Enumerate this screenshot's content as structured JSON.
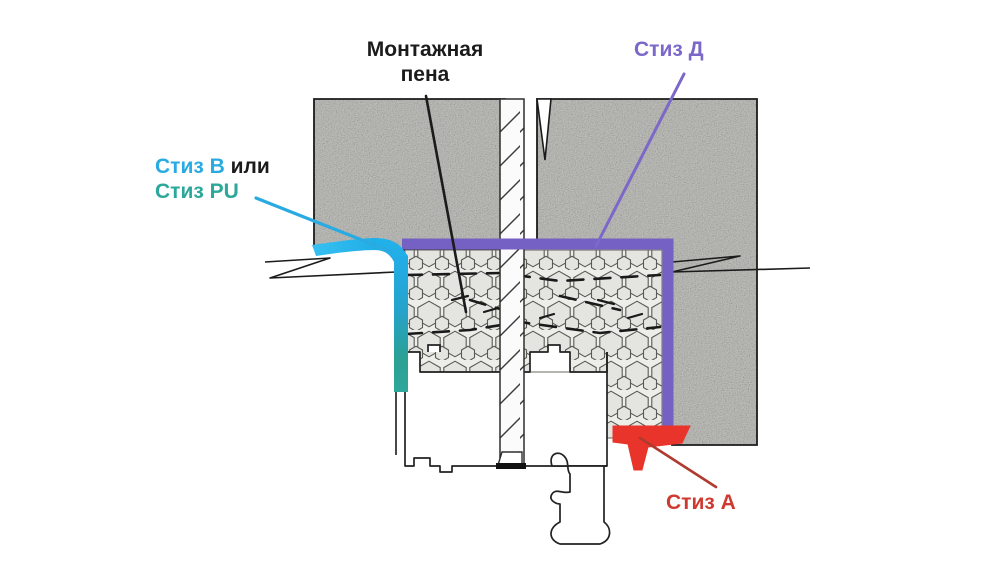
{
  "diagram": {
    "title": "Window installation joint cross-section",
    "background_color": "#ffffff",
    "labels": {
      "foam": {
        "line1": "Монтажная",
        "line2": "пена",
        "color": "#1b1b1b"
      },
      "stiz_d": {
        "text": "Стиз Д",
        "color": "#7B68C8"
      },
      "stiz_a": {
        "text": "Стиз А",
        "color": "#CF3A30"
      },
      "stiz_b": {
        "text": "Стиз В",
        "color": "#29ABE2"
      },
      "ili": {
        "text": " или",
        "color": "#1b1b1b"
      },
      "stiz_pu": {
        "text": "Стиз PU",
        "color": "#2BA89A"
      }
    },
    "colors": {
      "wall_fill": "#c9c9c7",
      "wall_outline": "#1b1b1b",
      "foam_fill": "#e8e8e6",
      "foam_outline": "#55554f",
      "sealant_d": "#7B68C8",
      "sealant_a": "#E8342A",
      "sealant_b_top": "#29ABE2",
      "sealant_pu_bottom": "#2BA89A",
      "frame_outline": "#222222",
      "leader_foam": "#1b1b1b"
    },
    "elements": [
      {
        "name": "wall-left",
        "type": "concrete-wall"
      },
      {
        "name": "wall-right",
        "type": "concrete-wall"
      },
      {
        "name": "mounting-foam",
        "type": "honeycomb-foam"
      },
      {
        "name": "window-frame",
        "type": "profile-outline"
      },
      {
        "name": "glazing-pane",
        "type": "hatched-pane"
      },
      {
        "name": "sealant-d-strip",
        "type": "sealant-line"
      },
      {
        "name": "sealant-a-wedge",
        "type": "sealant-fill"
      },
      {
        "name": "sealant-b-pu-strip",
        "type": "sealant-gradient"
      },
      {
        "name": "break-line-left",
        "type": "break-line"
      },
      {
        "name": "break-line-right",
        "type": "break-line"
      }
    ]
  }
}
